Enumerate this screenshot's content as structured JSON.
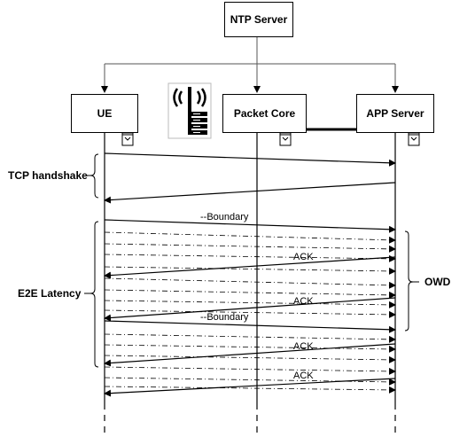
{
  "nodes": {
    "ntp_server": "NTP Server",
    "ue": "UE",
    "packet_core": "Packet Core",
    "app_server": "APP Server"
  },
  "phases": {
    "tcp_handshake": "TCP handshake",
    "e2e_latency": "E2E Latency",
    "owd": "OWD"
  },
  "message_labels": {
    "boundary_1": "--Boundary",
    "boundary_2": "--Boundary",
    "ack_1": "ACK",
    "ack_2": "ACK",
    "ack_3": "ACK",
    "ack_4": "ACK"
  },
  "icons": {
    "cell_tower": "cell-tower-icon",
    "capture_probe": "capture-probe-icon"
  }
}
